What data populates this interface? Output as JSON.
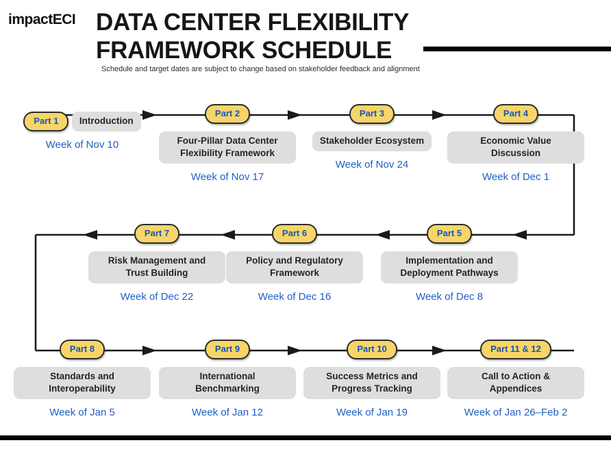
{
  "header": {
    "logo_impact": "impact",
    "logo_eci": "ECI",
    "title_line1": "DATA CENTER FLEXIBILITY",
    "title_line2": "FRAMEWORK SCHEDULE",
    "subtitle": "Schedule and target dates are subject to change based on stakeholder feedback and alignment"
  },
  "colors": {
    "pill_fill": "#F8D568",
    "pill_border": "#2c2c2c",
    "pill_text": "#1256B8",
    "label_fill": "#DEDEDE",
    "label_text": "#242424",
    "date_text": "#1F5FC4",
    "rule": "#000000",
    "connector": "#1a1a1a"
  },
  "flow": {
    "rows": [
      {
        "direction": "left-to-right",
        "nodes": [
          {
            "part": "Part 1",
            "label": "Introduction",
            "date": "Week of Nov 10"
          },
          {
            "part": "Part 2",
            "label": "Four-Pillar Data Center Flexibility Framework",
            "date": "Week of Nov 17"
          },
          {
            "part": "Part 3",
            "label": "Stakeholder Ecosystem",
            "date": "Week of Nov 24"
          },
          {
            "part": "Part 4",
            "label": "Economic Value Discussion",
            "date": "Week of Dec 1"
          }
        ]
      },
      {
        "direction": "right-to-left",
        "nodes": [
          {
            "part": "Part 7",
            "label": "Risk Management and Trust Building",
            "date": "Week of Dec 22"
          },
          {
            "part": "Part 6",
            "label": "Policy and Regulatory Framework",
            "date": "Week of Dec 16"
          },
          {
            "part": "Part 5",
            "label": "Implementation and Deployment Pathways",
            "date": "Week of Dec 8"
          }
        ]
      },
      {
        "direction": "left-to-right",
        "nodes": [
          {
            "part": "Part 8",
            "label": "Standards and Interoperability",
            "date": "Week of Jan 5"
          },
          {
            "part": "Part 9",
            "label": "International Benchmarking",
            "date": "Week of Jan 12"
          },
          {
            "part": "Part 10",
            "label": "Success Metrics and Progress Tracking",
            "date": "Week of Jan 19"
          },
          {
            "part": "Part 11 & 12",
            "label": "Call to Action & Appendices",
            "date": "Week of Jan 26–Feb 2"
          }
        ]
      }
    ]
  }
}
